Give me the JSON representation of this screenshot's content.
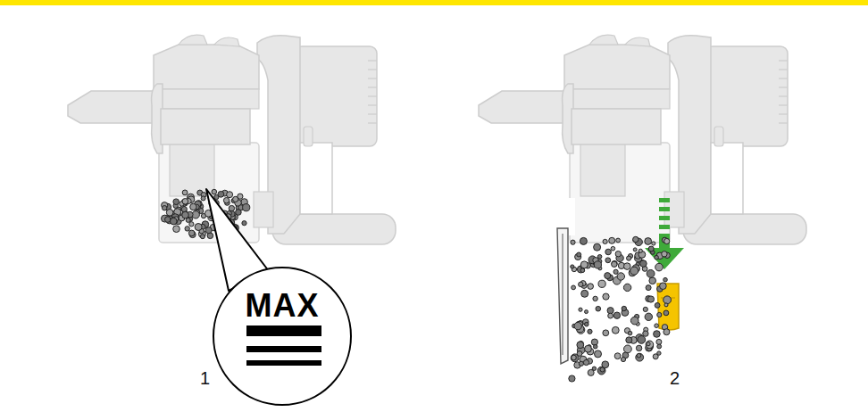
{
  "diagram": {
    "nodes": [
      {
        "text": [
          "MAX"
        ]
      }
    ],
    "labels": [
      "1",
      "2"
    ]
  }
}
